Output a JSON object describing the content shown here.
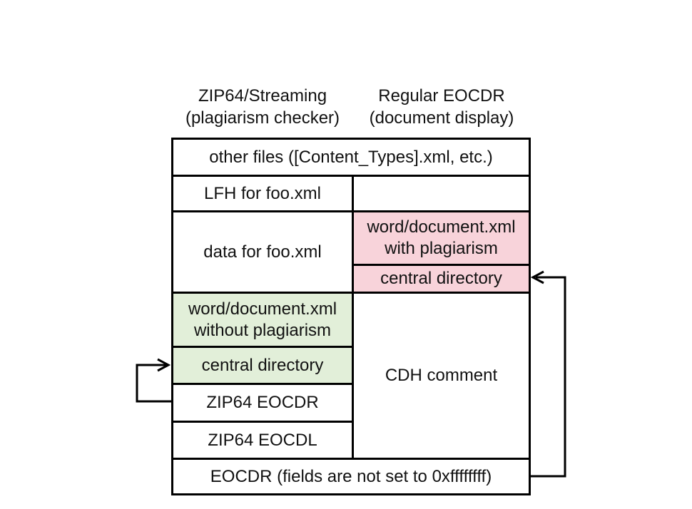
{
  "diagram": {
    "left_column_header": "ZIP64/Streaming\n(plagiarism checker)",
    "right_column_header": "Regular EOCDR\n(document display)",
    "cells": {
      "other_files": "other files ([Content_Types].xml, etc.)",
      "lfh_foo": "LFH for foo.xml",
      "right_empty": "",
      "data_foo": "data for foo.xml",
      "doc_with_plagiarism": "word/document.xml\nwith plagiarism",
      "central_directory_regular": "central directory",
      "doc_without_plagiarism": "word/document.xml\nwithout plagiarism",
      "central_directory_zip64": "central directory",
      "zip64_eocdr": "ZIP64 EOCDR",
      "zip64_eocdl": "ZIP64 EOCDL",
      "cdh_comment": "CDH comment",
      "eocdr": "EOCDR (fields are not set to 0xffffffff)"
    },
    "arrows": [
      {
        "name": "zip64-eocdr-to-zip64-central-directory"
      },
      {
        "name": "eocdr-to-regular-central-directory"
      }
    ],
    "colors": {
      "pink_fill": "#f8d3da",
      "green_fill": "#e2efd9",
      "border": "#000000",
      "background": "#ffffff",
      "text": "#111111"
    }
  }
}
